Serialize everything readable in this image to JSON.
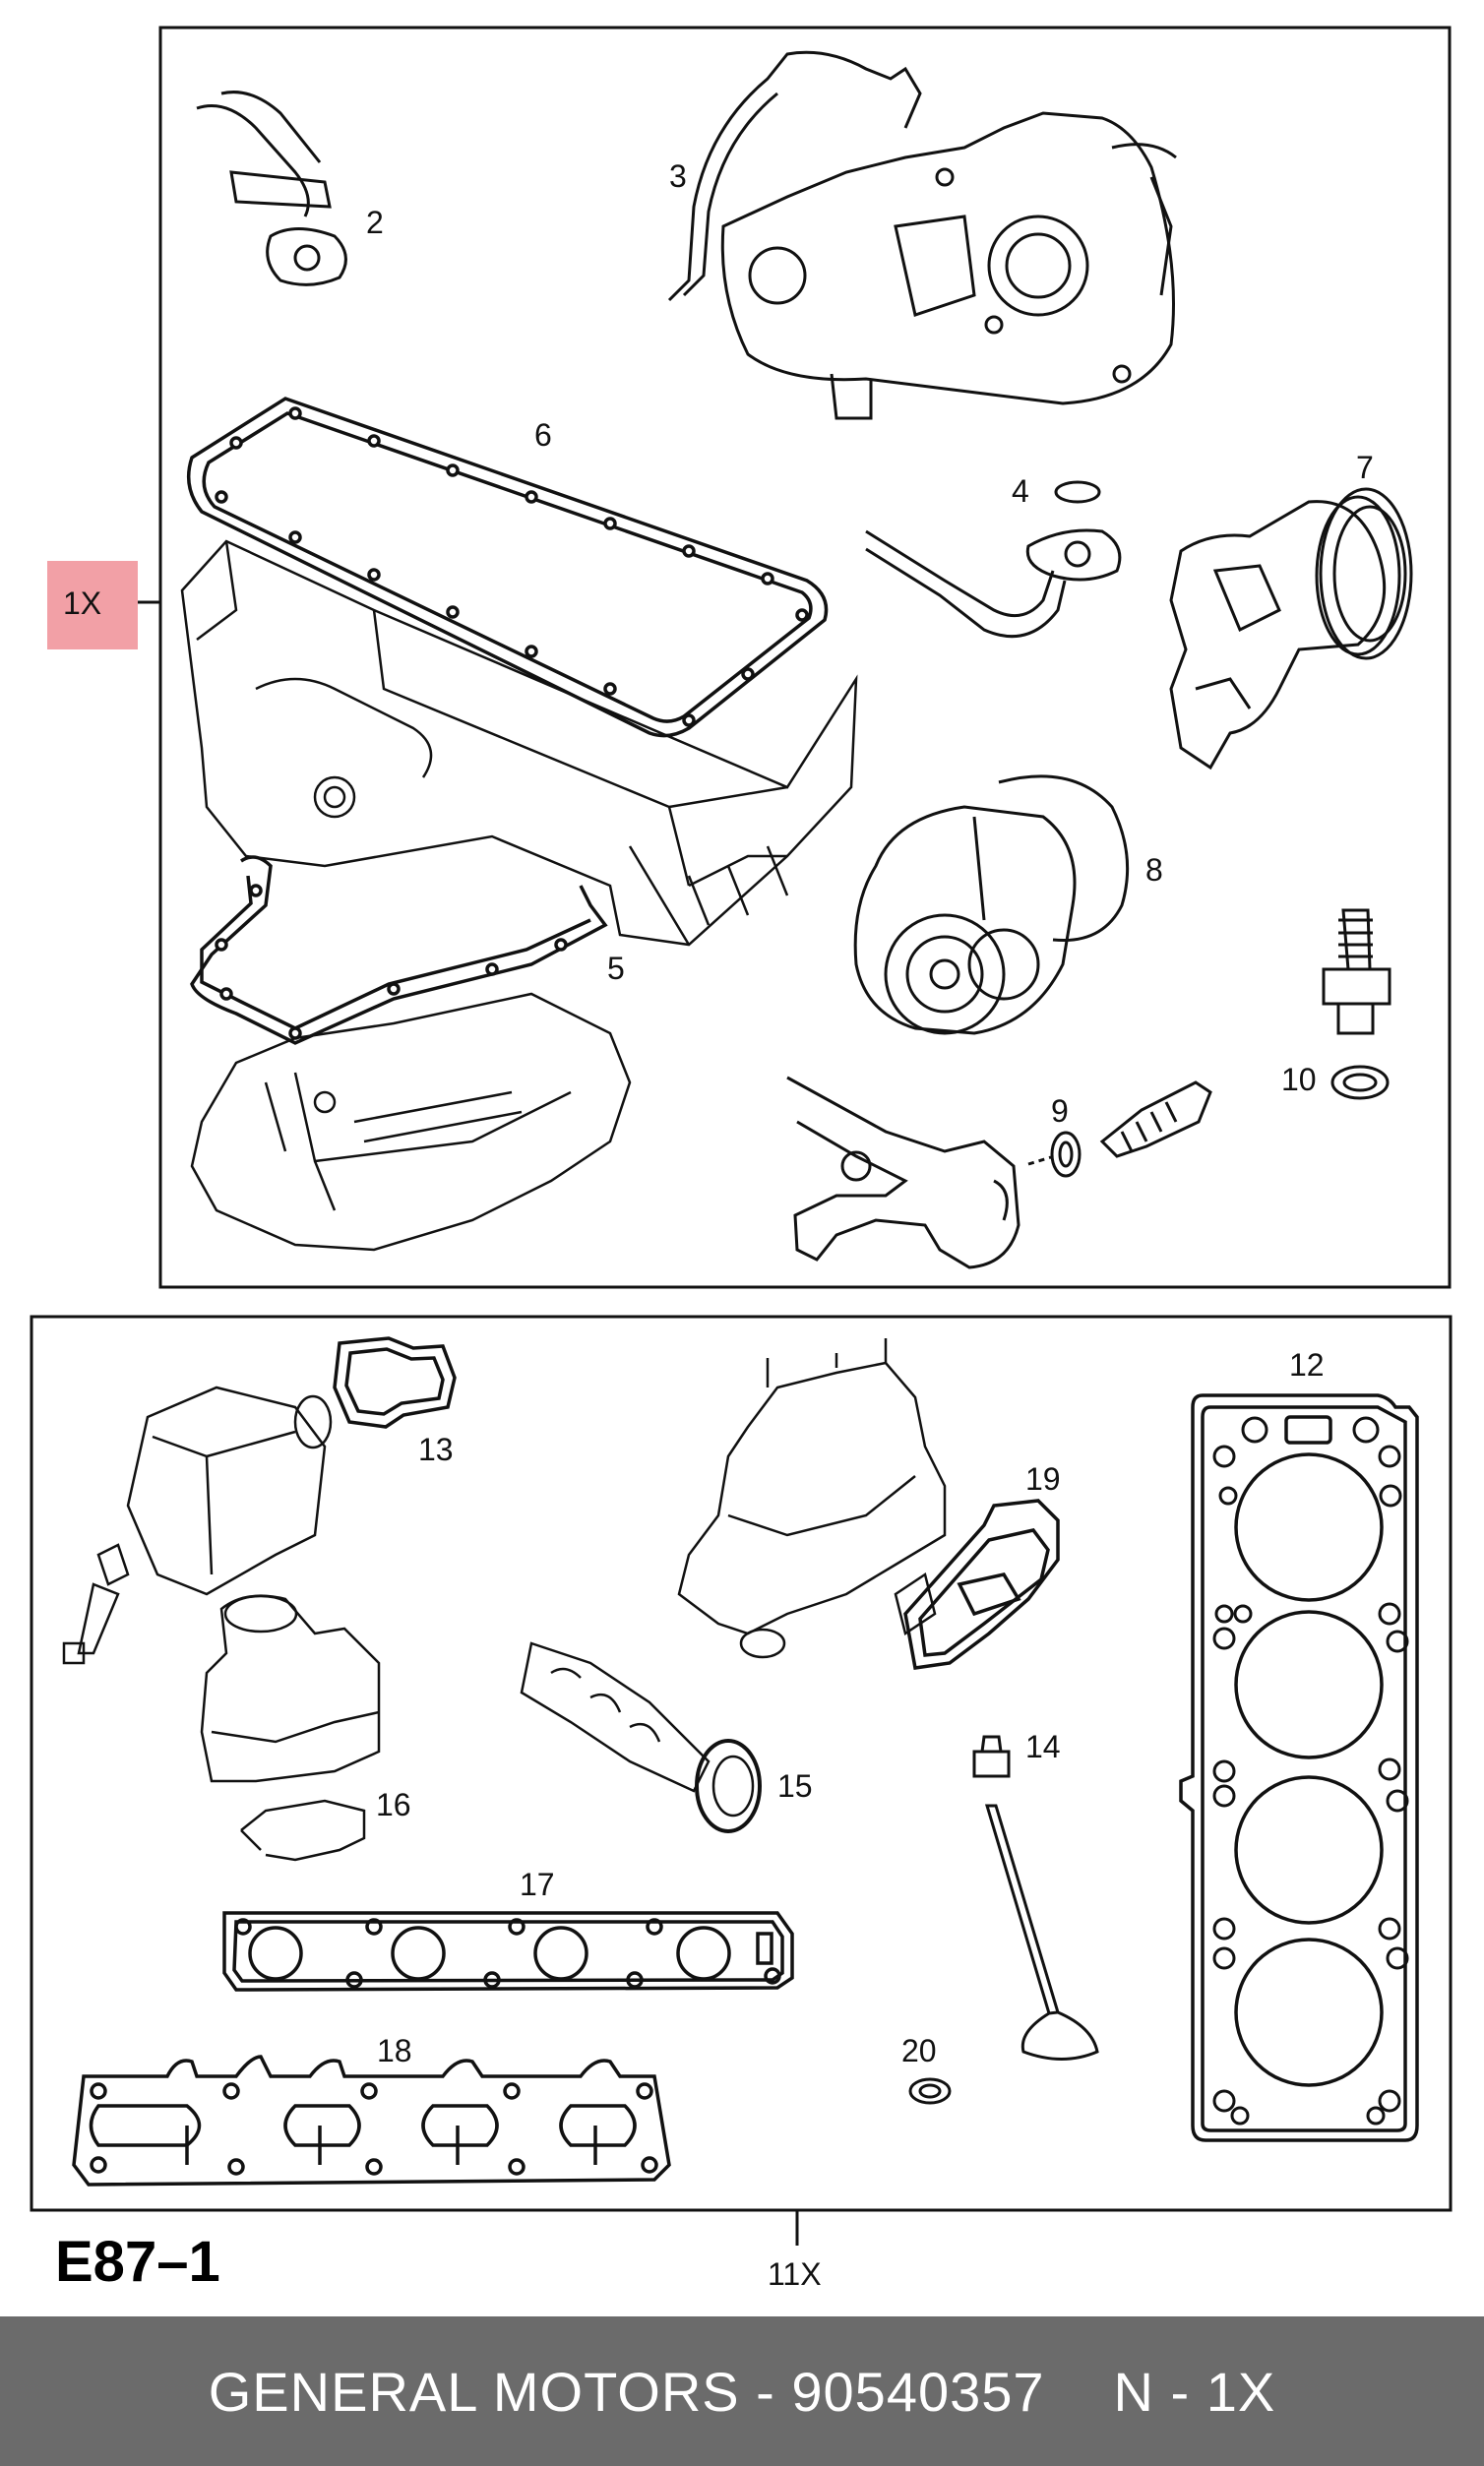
{
  "diagram": {
    "code": "E87–1",
    "top_quantity": "1X",
    "bottom_quantity": "11X",
    "highlight_color": "#f2a0a6",
    "callouts": [
      "2",
      "3",
      "4",
      "5",
      "6",
      "7",
      "8",
      "9",
      "10",
      "12",
      "13",
      "14",
      "15",
      "16",
      "17",
      "18",
      "19",
      "20"
    ]
  },
  "footer": {
    "brand_part": "GENERAL MOTORS - 90540357",
    "suffix": "N - 1X",
    "background_color": "#6b6b6b"
  }
}
